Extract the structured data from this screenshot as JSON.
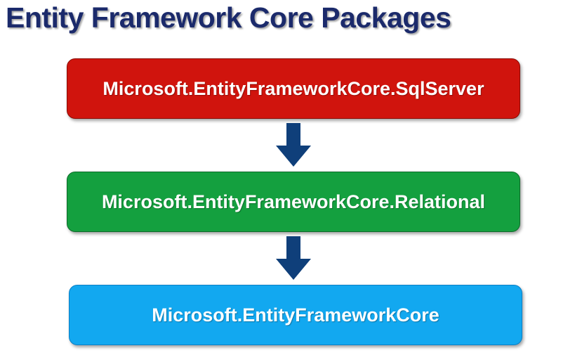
{
  "title": "Entity Framework Core Packages",
  "packages": [
    {
      "label": "Microsoft.EntityFrameworkCore.SqlServer",
      "color": "#d0140d"
    },
    {
      "label": "Microsoft.EntityFrameworkCore.Relational",
      "color": "#14a03f"
    },
    {
      "label": "Microsoft.EntityFrameworkCore",
      "color": "#12a8f0"
    }
  ],
  "arrows": [
    {
      "icon": "arrow-down-icon",
      "color": "#0f3f7a"
    },
    {
      "icon": "arrow-down-icon",
      "color": "#0f3f7a"
    }
  ]
}
